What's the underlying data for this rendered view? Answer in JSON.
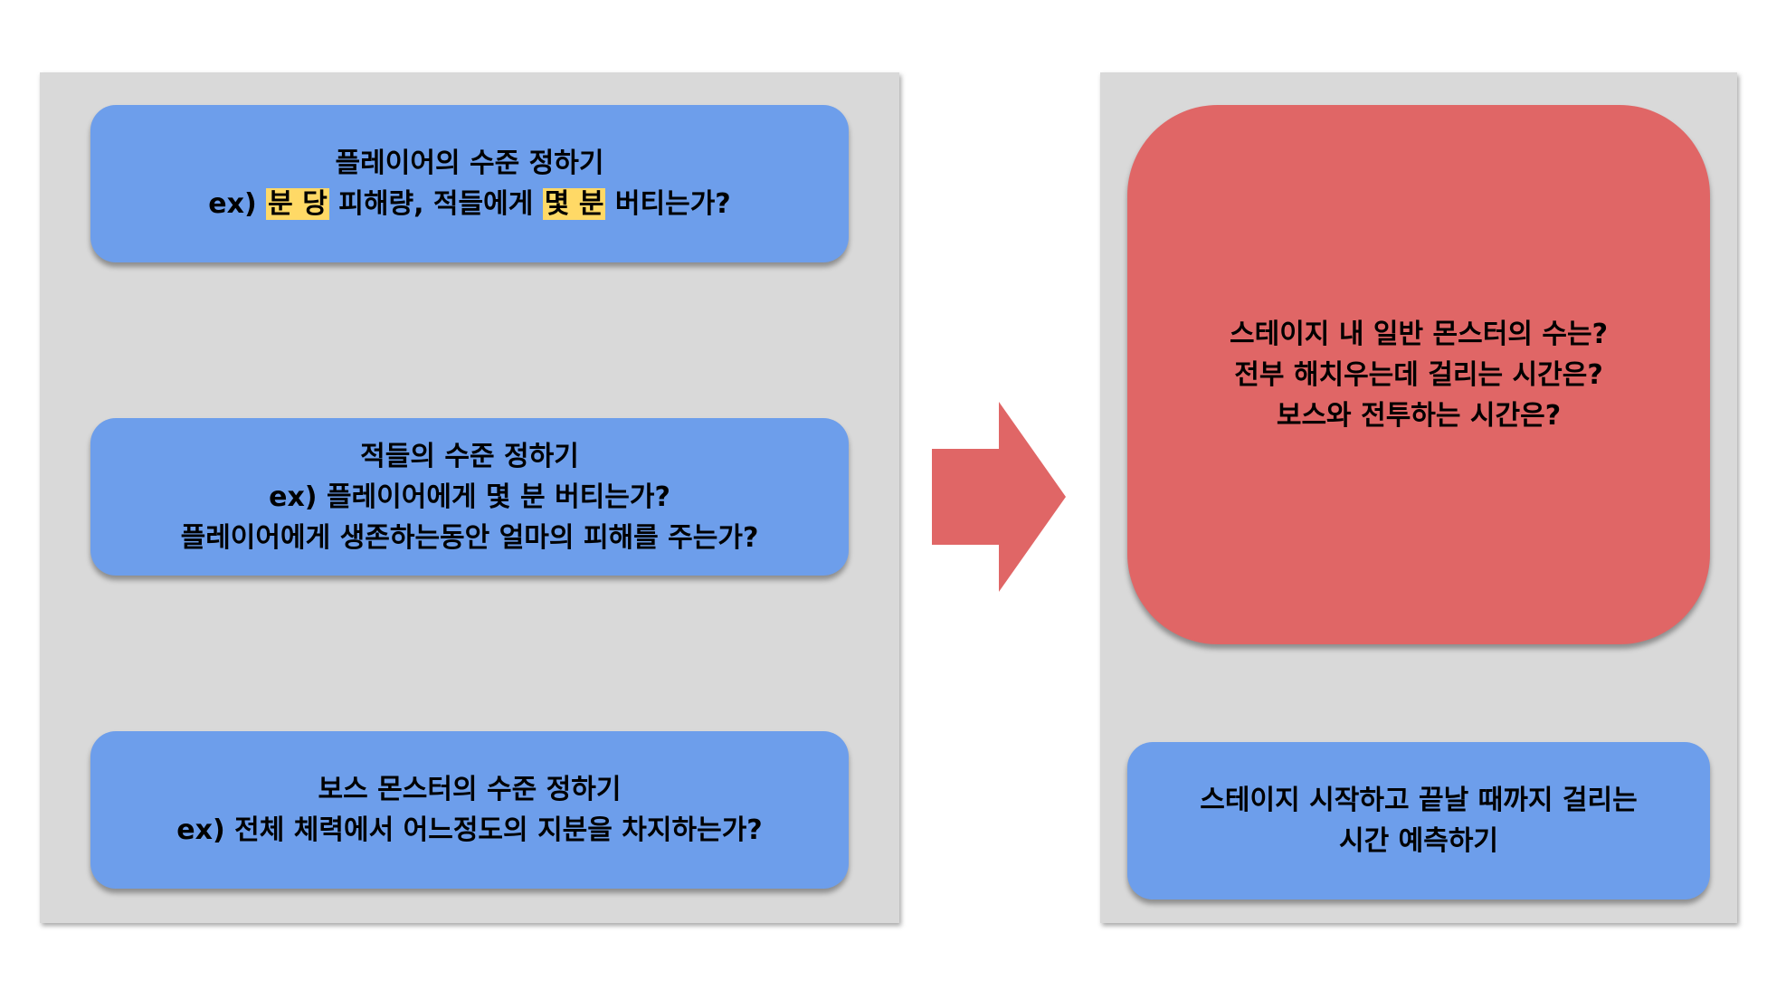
{
  "left_panel": {
    "player_box": {
      "title": "플레이어의 수준 정하기",
      "example_prefix": "ex)",
      "example_hl1": "분 당",
      "example_mid": "피해량, 적들에게",
      "example_hl2": "몇 분",
      "example_end": "버티는가?"
    },
    "enemy_box": {
      "line1": "적들의 수준 정하기",
      "line2": "ex) 플레이어에게 몇 분 버티는가?",
      "line3": "플레이어에게 생존하는동안 얼마의 피해를 주는가?"
    },
    "boss_box": {
      "line1": "보스 몬스터의 수준 정하기",
      "line2": "ex) 전체 체력에서 어느정도의 지분을 차지하는가?"
    }
  },
  "arrow": {
    "color": "#e06666",
    "direction": "right"
  },
  "right_panel": {
    "questions_box": {
      "line1": "스테이지 내 일반 몬스터의 수는?",
      "line2": "전부 해치우는데 걸리는 시간은?",
      "line3": "보스와 전투하는 시간은?"
    },
    "time_box": {
      "line1": "스테이지 시작하고 끝날 때까지 걸리는",
      "line2": "시간 예측하기"
    }
  },
  "colors": {
    "panel": "#d9d9d9",
    "blue_box": "#6d9eeb",
    "red_box": "#e06666",
    "highlight": "#ffd966"
  }
}
